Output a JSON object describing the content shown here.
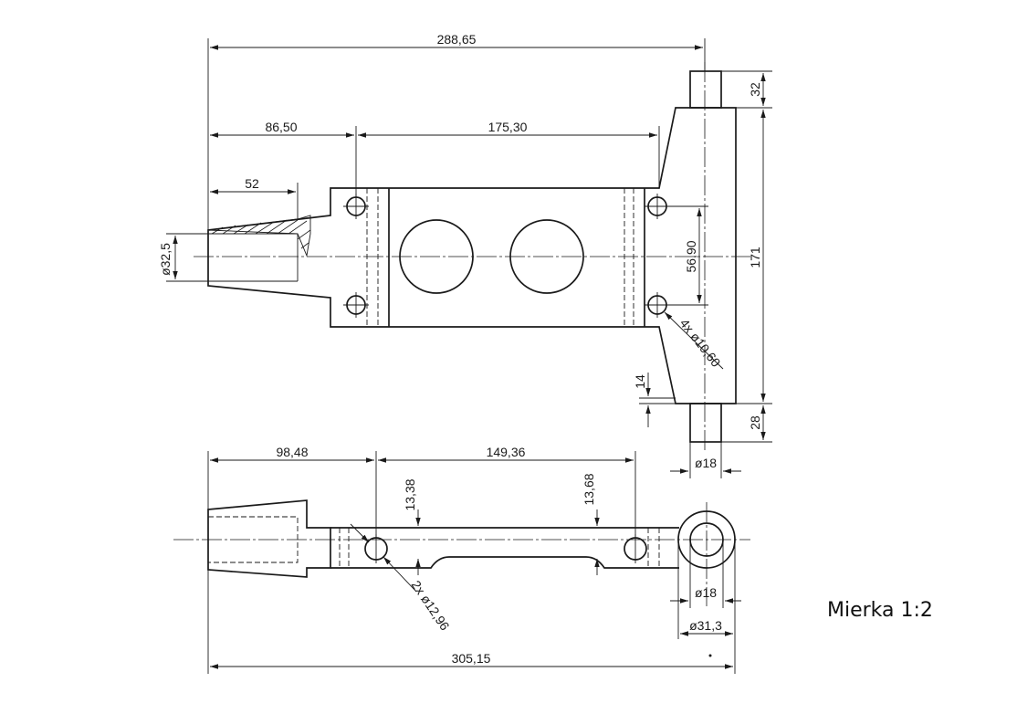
{
  "dimensions": {
    "top_view": {
      "overall_length": "288,65",
      "left_offset": "86,50",
      "plate_length": "175,30",
      "taper_length": "52",
      "taper_diameter": "ø32,5",
      "hole_spacing": "56,90",
      "holes": "4x ø10,60",
      "pin_top": "32",
      "body_height": "171",
      "pin_bottom": "28",
      "gap": "14",
      "pin_diameter": "ø18"
    },
    "side_view": {
      "left_offset": "98,48",
      "hole_spacing": "149,36",
      "left_depth": "13,38",
      "right_depth": "13,68",
      "holes": "2x ø12,96",
      "bore_diameter": "ø18",
      "eye_diameter": "ø31,3",
      "overall_length": "305,15"
    }
  },
  "scale": "Mierka  1:2"
}
